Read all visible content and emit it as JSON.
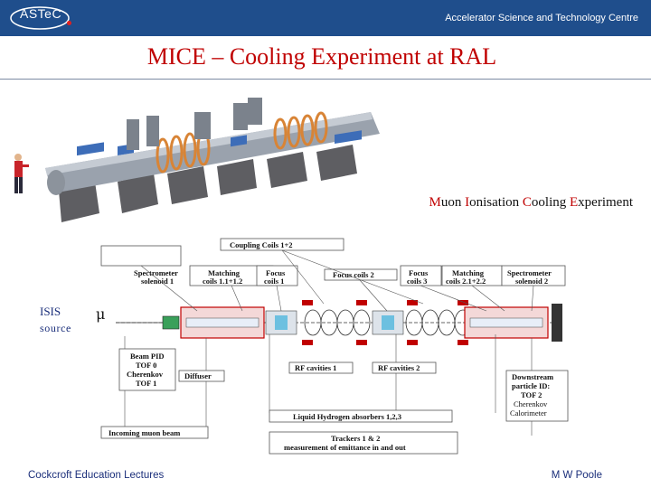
{
  "header": {
    "logo_text": "ASTeC",
    "organization": "Accelerator Science and Technology Centre"
  },
  "title": "MICE – Cooling Experiment at RAL",
  "subtitle": {
    "w1a": "M",
    "w1b": "uon ",
    "w2a": "I",
    "w2b": "onisation ",
    "w3a": "C",
    "w3b": "ooling ",
    "w4a": "E",
    "w4b": "xperiment"
  },
  "isis": {
    "line1": "ISIS",
    "line2": "source"
  },
  "diagram": {
    "mu": "μ",
    "coupling": "Coupling Coils 1+2",
    "spec1_a": "Spectrometer",
    "spec1_b": "solenoid 1",
    "match1_a": "Matching",
    "match1_b": "coils 1.1+1.2",
    "focus1_a": "Focus",
    "focus1_b": "coils 1",
    "focus2": "Focus coils 2",
    "focus3_a": "Focus",
    "focus3_b": "coils 3",
    "match2_a": "Matching",
    "match2_b": "coils 2.1+2.2",
    "spec2_a": "Spectrometer",
    "spec2_b": "solenoid 2",
    "beampid_a": "Beam PID",
    "beampid_b": "TOF 0",
    "beampid_c": "Cherenkov",
    "beampid_d": "TOF 1",
    "diffuser": "Diffuser",
    "rf1": "RF cavities 1",
    "rf2": "RF cavities 2",
    "down_a": "Downstream",
    "down_b": "particle ID:",
    "down_c": "TOF 2",
    "down_d": "Cherenkov",
    "down_e": "Calorimeter",
    "lh2": "Liquid Hydrogen absorbers 1,2,3",
    "incoming": "Incoming muon beam",
    "trackers_a": "Trackers 1 & 2",
    "trackers_b": "measurement of emittance in and out"
  },
  "footer": {
    "left": "Cockcroft Education Lectures",
    "right": "M W Poole"
  },
  "colors": {
    "header": "#1f4e8c",
    "title": "#c00000",
    "text_blue": "#1a2e7a"
  }
}
